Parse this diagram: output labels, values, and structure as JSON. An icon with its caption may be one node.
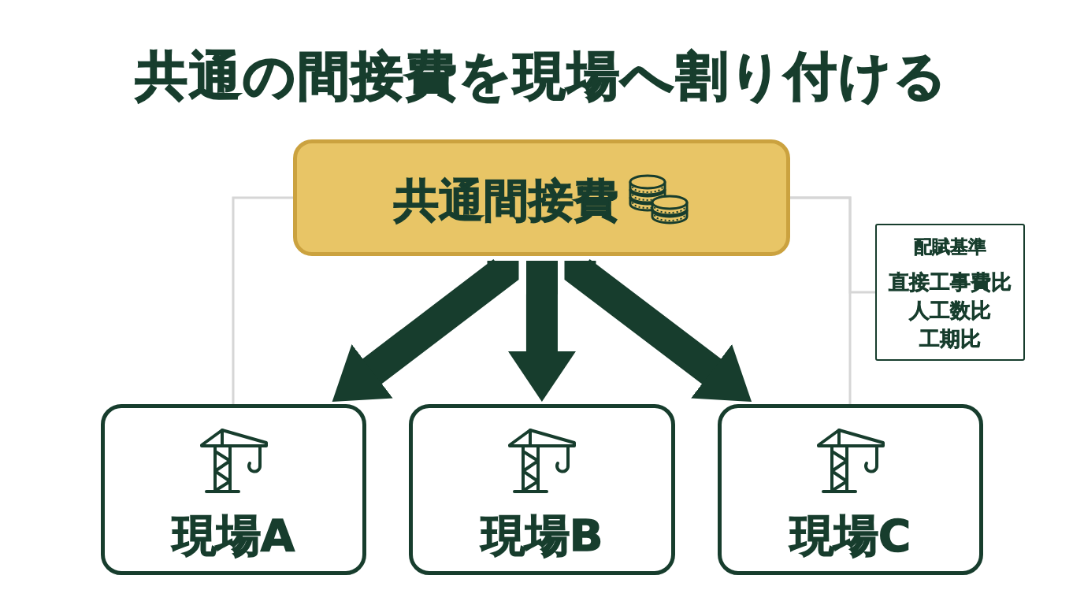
{
  "diagram": {
    "title": "共通の間接費を現場へ割り付ける",
    "nodes": [
      {
        "text": [
          "共通間接費"
        ]
      },
      {
        "text": [
          "現場A"
        ]
      },
      {
        "text": [
          "現場B"
        ]
      },
      {
        "text": [
          "現場C"
        ]
      },
      {
        "text": [
          "配賦基準",
          "直接工事費比",
          "人工数比",
          "工期比"
        ]
      }
    ],
    "edges": [
      {
        "from": 0,
        "to": 1,
        "arrow": "to",
        "style": "thick"
      },
      {
        "from": 0,
        "to": 2,
        "arrow": "to",
        "style": "thick"
      },
      {
        "from": 0,
        "to": 3,
        "arrow": "to",
        "style": "thick"
      },
      {
        "from": 0,
        "to": 1,
        "arrow": "none",
        "color": "#d6d6d6"
      },
      {
        "from": 0,
        "to": 3,
        "arrow": "none",
        "color": "#d6d6d6"
      },
      {
        "from": 0,
        "to": 4,
        "arrow": "none",
        "color": "#d6d6d6"
      }
    ]
  }
}
